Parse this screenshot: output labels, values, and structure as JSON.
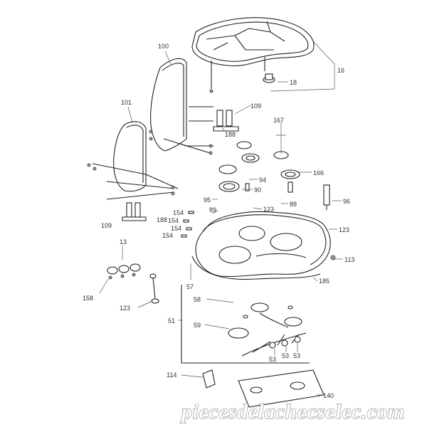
{
  "labels": {
    "l16": "16",
    "l18": "18",
    "l100": "100",
    "l101": "101",
    "l109a": "109",
    "l109b": "109",
    "l188a": "188",
    "l188b": "188",
    "l167": "167",
    "l166": "166",
    "l94": "94",
    "l90": "90",
    "l96": "96",
    "l95": "95",
    "l89": "89",
    "l123a": "123",
    "l88": "88",
    "l154a": "154",
    "l154b": "154",
    "l154c": "154",
    "l154d": "154",
    "l123b": "123",
    "l113": "113",
    "l13": "13",
    "l158": "158",
    "l123c": "123",
    "l57": "57",
    "l185": "185",
    "l58": "58",
    "l51": "51",
    "l59": "59",
    "l53a": "53",
    "l53b": "53",
    "l53c": "53",
    "l114": "114",
    "l140": "140"
  },
  "watermark": "piecesdelachecselec.com",
  "colors": {
    "line": "#222222",
    "label": "#333333",
    "watermark_stroke": "#7a7a7a"
  }
}
